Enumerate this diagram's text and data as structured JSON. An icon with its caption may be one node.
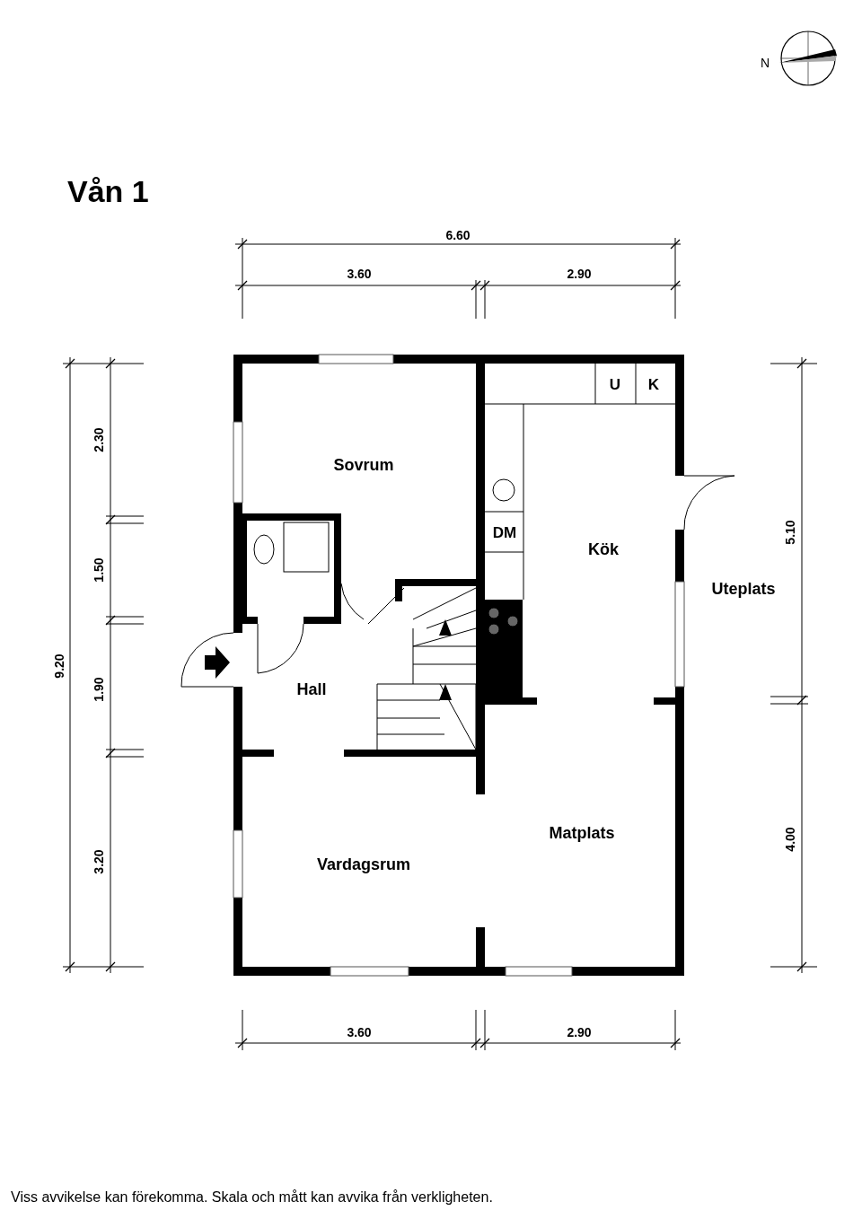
{
  "diagram": {
    "title": "Vån 1",
    "caption": "Viss avvikelse kan förekomma. Skala och mått kan avvika från verkligheten.",
    "labels": [
      "N",
      "6.60",
      "3.60",
      "2.90",
      "U",
      "K",
      "2.30",
      "Sovrum",
      "DM",
      "Kök",
      "5.10",
      "1.50",
      "Uteplats",
      "9.20",
      "Hall",
      "1.90",
      "Matplats",
      "4.00",
      "Vardagsrum",
      "3.20",
      "3.60",
      "2.90"
    ]
  }
}
